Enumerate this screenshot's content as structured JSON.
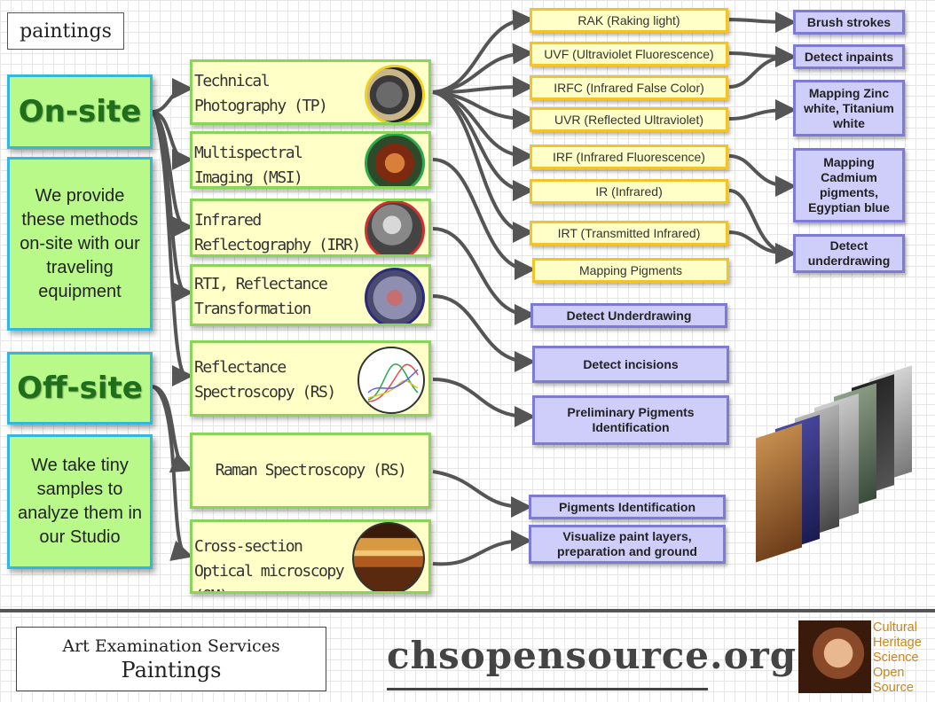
{
  "tag": "paintings",
  "onsite": {
    "title": "On-site",
    "desc": "We provide these methods on-site with our traveling equipment"
  },
  "offsite": {
    "title": "Off-site",
    "desc": "We take tiny samples to analyze them in our Studio"
  },
  "methods": [
    {
      "label": "Technical Photography (TP)"
    },
    {
      "label": "Multispectral Imaging (MSI)"
    },
    {
      "label": "Infrared Reflectography (IRR)"
    },
    {
      "label": "RTI, Reflectance Transformation Imaging"
    },
    {
      "label": "Reflectance Spectroscopy (RS)"
    },
    {
      "label": "Raman Spectroscopy (RS)"
    },
    {
      "label": "Cross-section Optical microscopy (OM)"
    }
  ],
  "techniques": [
    "RAK (Raking light)",
    "UVF (Ultraviolet Fluorescence)",
    "IRFC (Infrared False Color)",
    "UVR (Reflected Ultraviolet)",
    "IRF (Infrared Fluorescence)",
    "IR (Infrared)",
    "IRT (Transmitted Infrared)",
    "Mapping Pigments"
  ],
  "purposes_mid": [
    "Detect Underdrawing",
    "Detect incisions",
    "Preliminary Pigments Identification",
    "Pigments Identification",
    "Visualize paint layers, preparation and ground"
  ],
  "purposes_right": [
    "Brush strokes",
    "Detect inpaints",
    "Mapping Zinc white, Titanium white",
    "Mapping Cadmium pigments, Egyptian blue",
    "Detect underdrawing"
  ],
  "footer": {
    "line1": "Art Examination Services",
    "line2": "Paintings",
    "site": "chsopensource.org",
    "logo": [
      "Cultural",
      "Heritage",
      "Science",
      "Open",
      "Source"
    ]
  },
  "colors": {
    "green_fill": "#b9f98a",
    "cyan_border": "#31b7e0",
    "method_fill": "#ffffc8",
    "method_border": "#8bd45a",
    "yellow_border": "#f2c42a",
    "purple_fill": "#cfcdfa",
    "purple_border": "#7e7ad8",
    "arrow": "#555555"
  }
}
